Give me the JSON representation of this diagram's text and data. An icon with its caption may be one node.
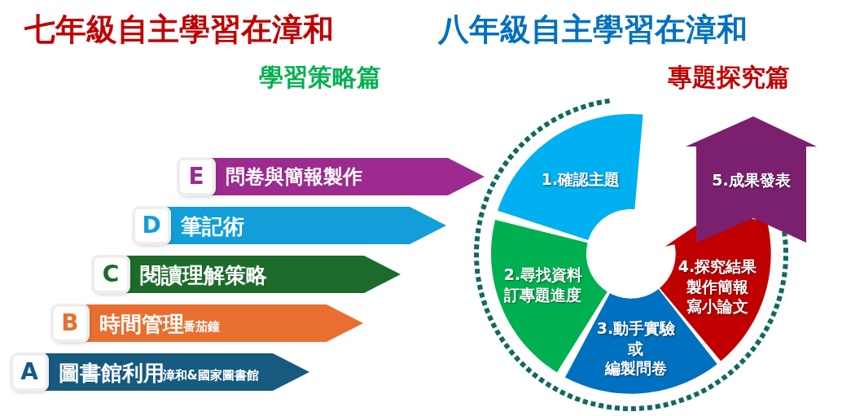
{
  "diagram": {
    "nodes": [
      {
        "text": [
          "E",
          "問卷與簡報製作"
        ]
      },
      {
        "text": [
          "D",
          "筆記術"
        ]
      },
      {
        "text": [
          "C",
          "閱讀理解策略"
        ]
      },
      {
        "text": [
          "B",
          "時間管理",
          "番茄鐘"
        ]
      },
      {
        "text": [
          "A",
          "圖書館利用",
          "漳和&國家圖書館"
        ]
      },
      {
        "text": [
          "1.確認主題"
        ]
      },
      {
        "text": [
          "2.尋找資料訂專題進度"
        ]
      },
      {
        "text": [
          "3.動手實驗或編製問卷"
        ]
      },
      {
        "text": [
          "4.探究結果製作簡報寫小論文"
        ]
      },
      {
        "text": [
          "5.成果發表"
        ]
      }
    ],
    "labels": [
      "七年級自主學習在漳和",
      "八年級自主學習在漳和",
      "學習策略篇",
      "專題探究篇"
    ]
  }
}
